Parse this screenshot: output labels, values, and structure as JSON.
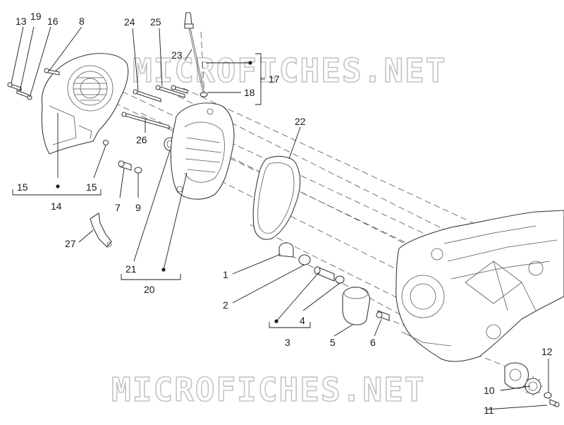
{
  "watermark": {
    "top": "MICROFICHES.NET",
    "bottom": "MICROFICHES.NET"
  },
  "callouts": {
    "c13": "13",
    "c19": "19",
    "c16": "16",
    "c8": "8",
    "c24": "24",
    "c25": "25",
    "c23": "23",
    "c17": "17",
    "c18": "18",
    "c26": "26",
    "c22": "22",
    "c15a": "15",
    "c15b": "15",
    "c14": "14",
    "c7": "7",
    "c9": "9",
    "c27": "27",
    "c21": "21",
    "c20": "20",
    "c1": "1",
    "c2": "2",
    "c3": "3",
    "c4": "4",
    "c5": "5",
    "c6": "6",
    "c10": "10",
    "c11": "11",
    "c12": "12"
  },
  "colors": {
    "line": "#3a3a3a",
    "text": "#1a1a1a",
    "watermark_stroke": "#c4c4c4"
  }
}
